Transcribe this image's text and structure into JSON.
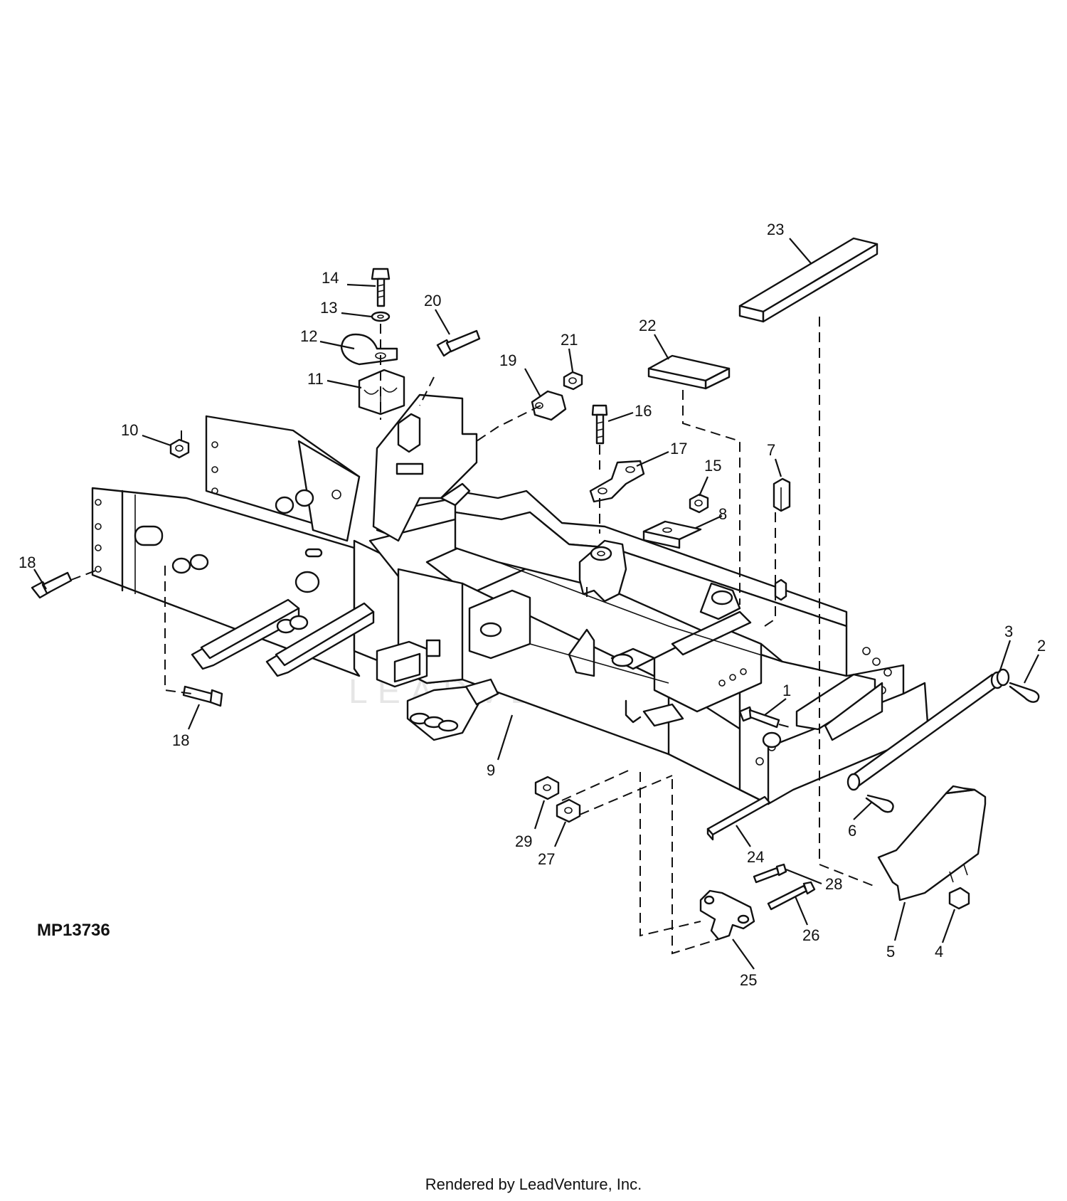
{
  "diagram_code": "MP13736",
  "watermark": "LEADVENTURE",
  "footer": "Rendered by LeadVenture, Inc.",
  "callouts": [
    "1",
    "2",
    "3",
    "4",
    "5",
    "6",
    "7",
    "8",
    "9",
    "10",
    "11",
    "12",
    "13",
    "14",
    "15",
    "16",
    "17",
    "18",
    "18",
    "19",
    "20",
    "21",
    "22",
    "23",
    "24",
    "25",
    "26",
    "27",
    "28",
    "29"
  ]
}
